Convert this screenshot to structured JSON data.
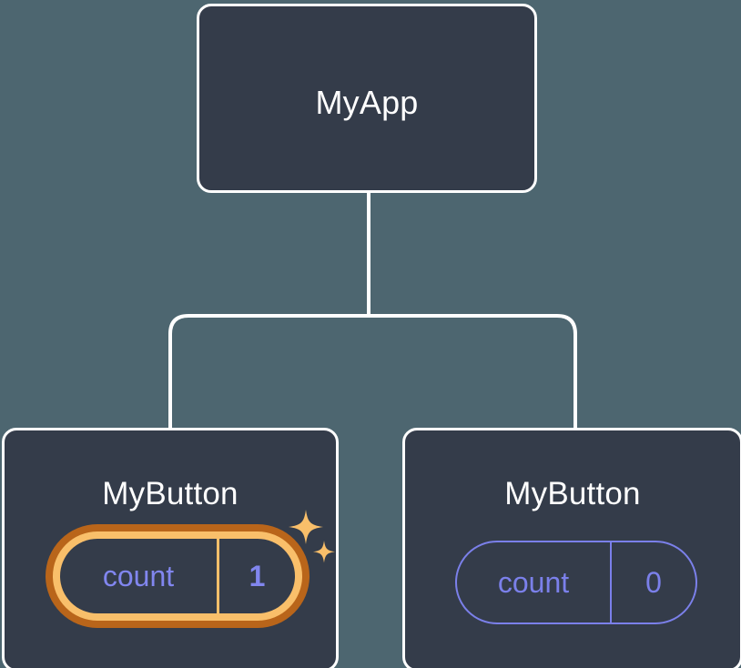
{
  "diagram": {
    "type": "component-tree",
    "background_color": "#4d6670",
    "node_fill_color": "#343c4a",
    "node_border_color": "#ffffff",
    "edge_color": "#ffffff",
    "accent_purple": "#7b80ea",
    "highlight_outer_orange": "#b9651a",
    "highlight_inner_orange": "#f9bf6a",
    "sparkle_color": "#f9bf6a",
    "root": {
      "title": "MyApp"
    },
    "children": [
      {
        "title": "MyButton",
        "state": {
          "key": "count",
          "value": "1"
        },
        "highlighted": true,
        "sparkles": true
      },
      {
        "title": "MyButton",
        "state": {
          "key": "count",
          "value": "0"
        },
        "highlighted": false,
        "sparkles": false
      }
    ],
    "icons": {
      "sparkle_large": "sparkle-icon",
      "sparkle_small": "sparkle-icon"
    }
  }
}
